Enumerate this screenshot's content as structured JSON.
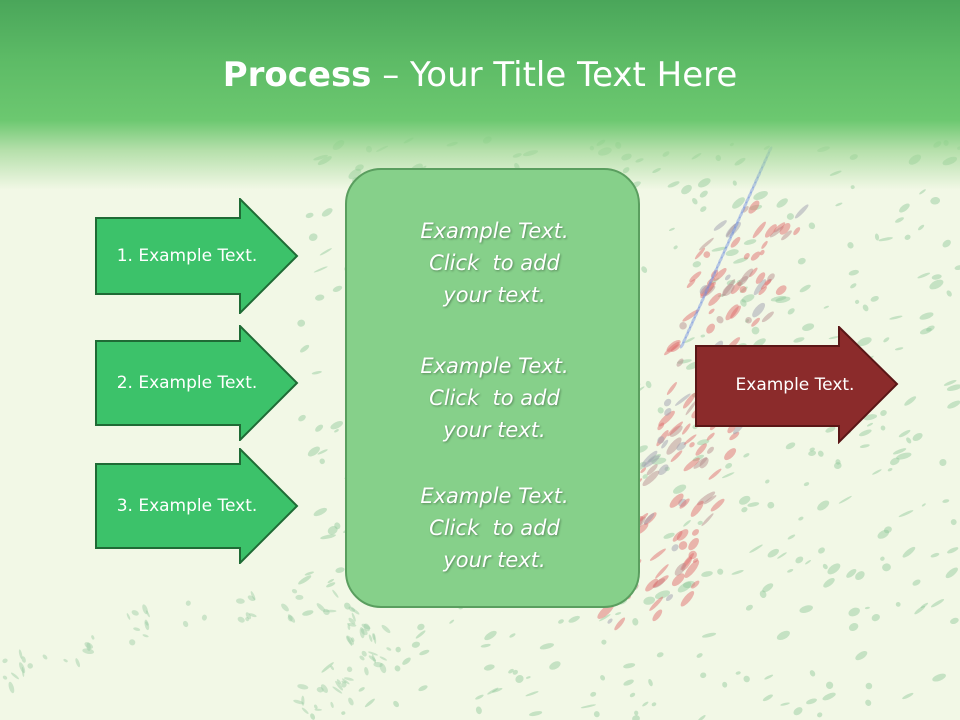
{
  "slide": {
    "title_bold": "Process",
    "title_rest": " – Your Title Text Here"
  },
  "left_arrows": [
    {
      "label": "1. Example Text."
    },
    {
      "label": "2. Example Text."
    },
    {
      "label": "3. Example Text."
    }
  ],
  "center_box": {
    "paragraphs": [
      {
        "line1": "Example Text.",
        "line2": "Click  to add",
        "line3": "your text."
      },
      {
        "line1": "Example Text.",
        "line2": "Click  to add",
        "line3": "your text."
      },
      {
        "line1": "Example Text.",
        "line2": "Click  to add",
        "line3": "your text."
      }
    ]
  },
  "right_arrow": {
    "label": "Example Text."
  },
  "colors": {
    "title_band": "#5dbb66",
    "left_arrow_fill": "#3cc26a",
    "left_arrow_stroke": "#1f6b35",
    "center_box_fill": "#86d08a",
    "right_arrow_fill": "#8b2b2b",
    "right_arrow_stroke": "#5a1616"
  }
}
